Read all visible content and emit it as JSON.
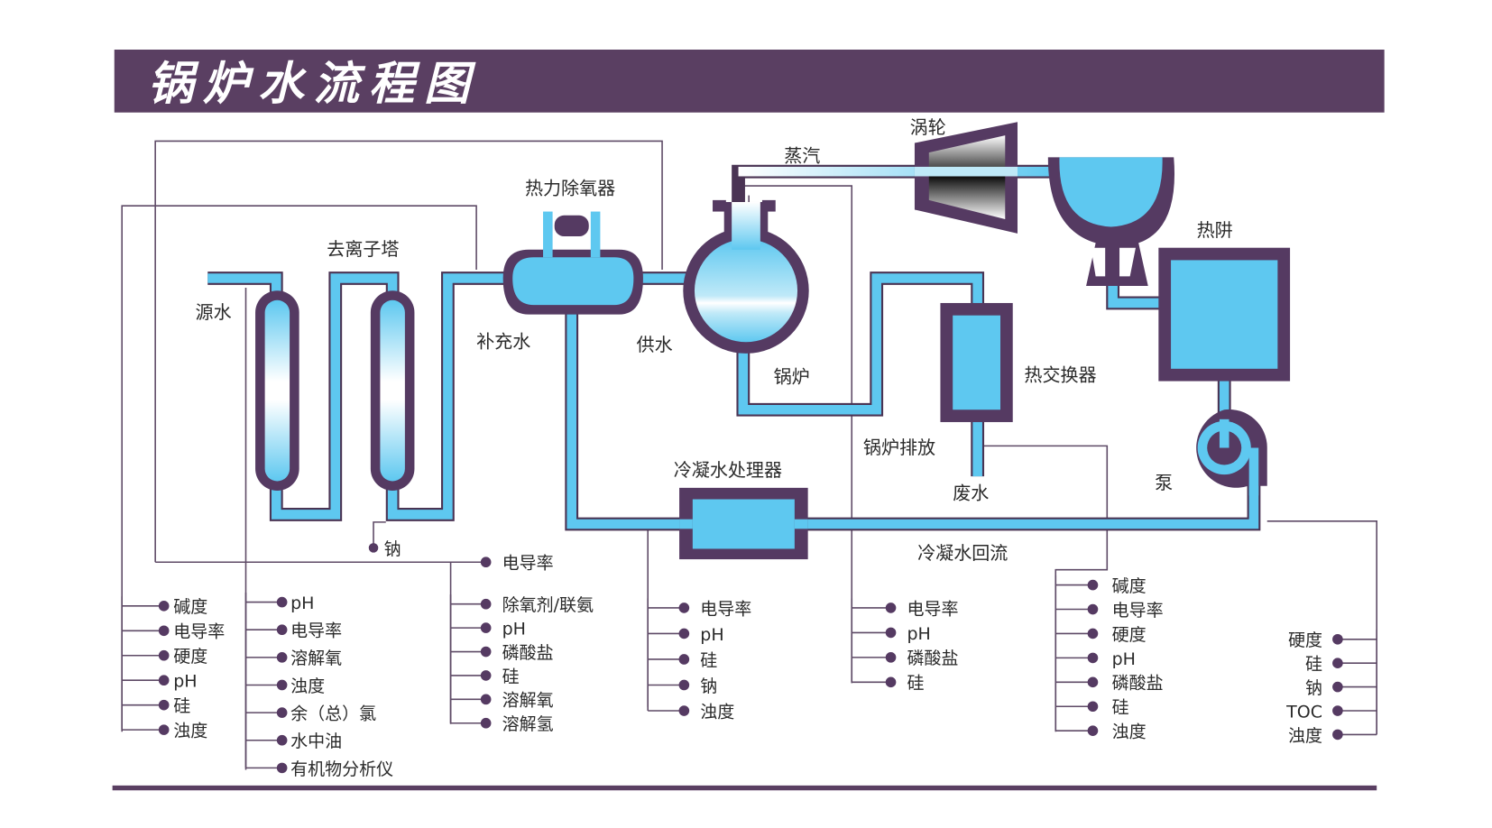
{
  "title": "锅炉水流程图",
  "colors": {
    "brand_purple": "#5a3f62",
    "water_blue": "#5ec8f0",
    "wire": "#5e4a66",
    "text": "#2a2a2a"
  },
  "components": {
    "source_water": "源水",
    "deionizer": "去离子塔",
    "makeup_water": "补充水",
    "deaerator": "热力除氧器",
    "feed_water": "供水",
    "boiler": "锅炉",
    "steam": "蒸汽",
    "turbine": "涡轮",
    "hotwell": "热阱",
    "heat_exchanger": "热交换器",
    "boiler_blowdown": "锅炉排放",
    "waste_water": "废水",
    "pump": "泵",
    "condensate_polisher": "冷凝水处理器",
    "condensate_return": "冷凝水回流",
    "sodium_probe": "钠"
  },
  "measurement_groups": [
    {
      "id": "source",
      "items": [
        "碱度",
        "电导率",
        "硬度",
        "pH",
        "硅",
        "浊度"
      ]
    },
    {
      "id": "deionizer",
      "items": [
        "pH",
        "电导率",
        "溶解氧",
        "浊度",
        "余（总）氯",
        "水中油",
        "有机物分析仪"
      ]
    },
    {
      "id": "deaerator_top",
      "items": [
        "电导率"
      ]
    },
    {
      "id": "deaerator",
      "items": [
        "除氧剂/联氨",
        "pH",
        "磷酸盐",
        "硅",
        "溶解氧",
        "溶解氢"
      ]
    },
    {
      "id": "condensate_polisher",
      "items": [
        "电导率",
        "pH",
        "硅",
        "钠",
        "浊度"
      ]
    },
    {
      "id": "boiler",
      "items": [
        "电导率",
        "pH",
        "磷酸盐",
        "硅"
      ]
    },
    {
      "id": "blowdown",
      "items": [
        "碱度",
        "电导率",
        "硬度",
        "pH",
        "磷酸盐",
        "硅",
        "浊度"
      ]
    },
    {
      "id": "condensate_return",
      "items": [
        "硬度",
        "硅",
        "钠",
        "TOC",
        "浊度"
      ]
    }
  ]
}
